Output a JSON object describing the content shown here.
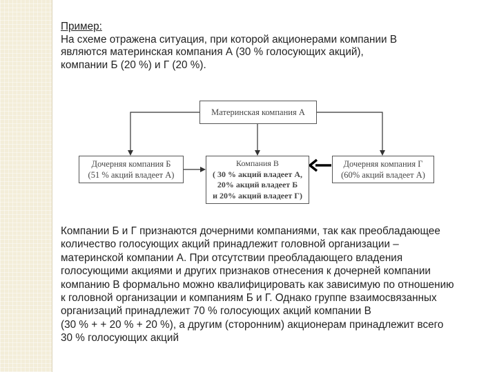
{
  "intro": {
    "heading": "Пример:",
    "lines": [
      "На схеме отражена ситуация, при которой акционерами компании В",
      "являются материнская компания А (30 % голосующих акций),",
      "компании Б (20 %) и Г (20 %)."
    ]
  },
  "diagram": {
    "parent": {
      "label": "Материнская компания А"
    },
    "sub_b": {
      "lines": [
        "Дочерняя компания Б",
        "(51 % акций владеет А)"
      ]
    },
    "company_v": {
      "lines": [
        "Компания В",
        "( 30 % акций владеет А,",
        "20% акций владеет Б",
        "и 20% акций владеет Г)"
      ]
    },
    "sub_g": {
      "lines": [
        "Дочерняя компания Г",
        "(60% акций владеет А)"
      ]
    }
  },
  "body": {
    "lines": [
      "Компании Б и Г признаются дочерними компаниями, так как преобладающее",
      "количество голосующих акций принадлежит головной организации –",
      "материнской компании А. При отсутствии преобладающего владения",
      "голосующими акциями и других признаков отнесения к дочерней компании",
      "компанию В формально можно квалифицировать как зависимую по отношению",
      "к головной организации и компаниям Б и Г. Однако группе взаимосвязанных",
      "организаций принадлежит 70 % голосующих акций компании В",
      "(30 % + + 20 % + 20 %), а другим (сторонним) акционерам принадлежит всего",
      "30 % голосующих акций"
    ]
  }
}
